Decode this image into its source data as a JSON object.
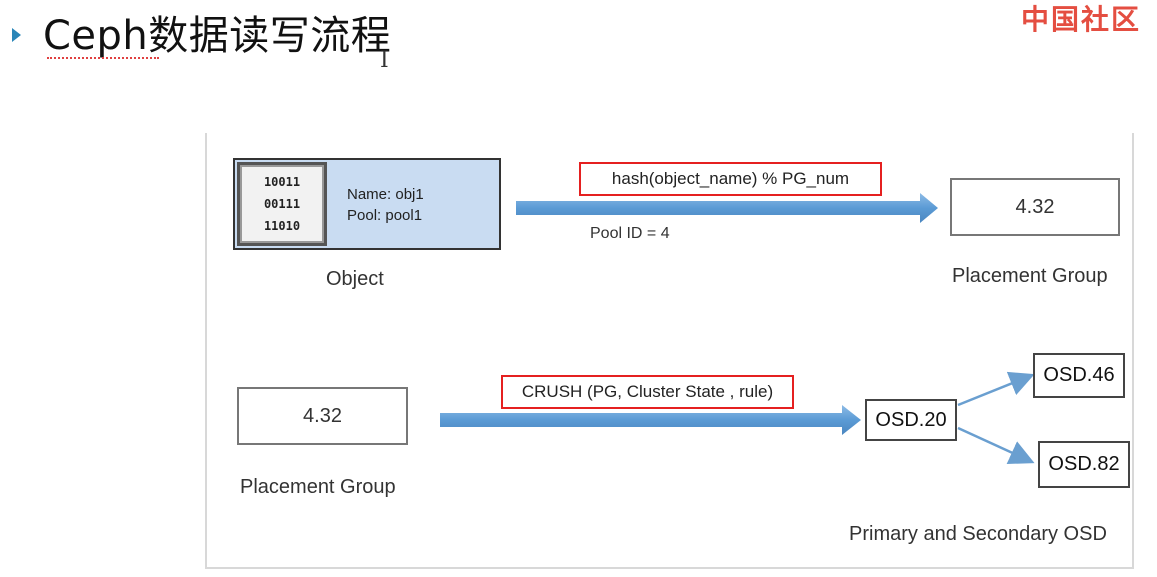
{
  "slide": {
    "title": "Ceph数据读写流程",
    "cursor": "I",
    "watermark": "中国社区"
  },
  "object": {
    "bits": [
      "10011",
      "00111",
      "11010"
    ],
    "name_line": "Name: obj1",
    "pool_line": "Pool: pool1",
    "caption": "Object"
  },
  "step1": {
    "formula": "hash(object_name) % PG_num",
    "pool_id": "Pool ID = 4",
    "pg_value": "4.32",
    "pg_caption": "Placement Group"
  },
  "step2": {
    "pg_value": "4.32",
    "pg_caption": "Placement Group",
    "formula": "CRUSH (PG, Cluster State , rule)",
    "primary_osd": "OSD.20",
    "secondary_osd_1": "OSD.46",
    "secondary_osd_2": "OSD.82",
    "osd_caption": "Primary and Secondary OSD"
  },
  "colors": {
    "arrow_blue": "#5b9bd5",
    "highlight_red": "#e52020",
    "object_fill": "#c9dcf2",
    "bullet": "#2b86b8"
  }
}
